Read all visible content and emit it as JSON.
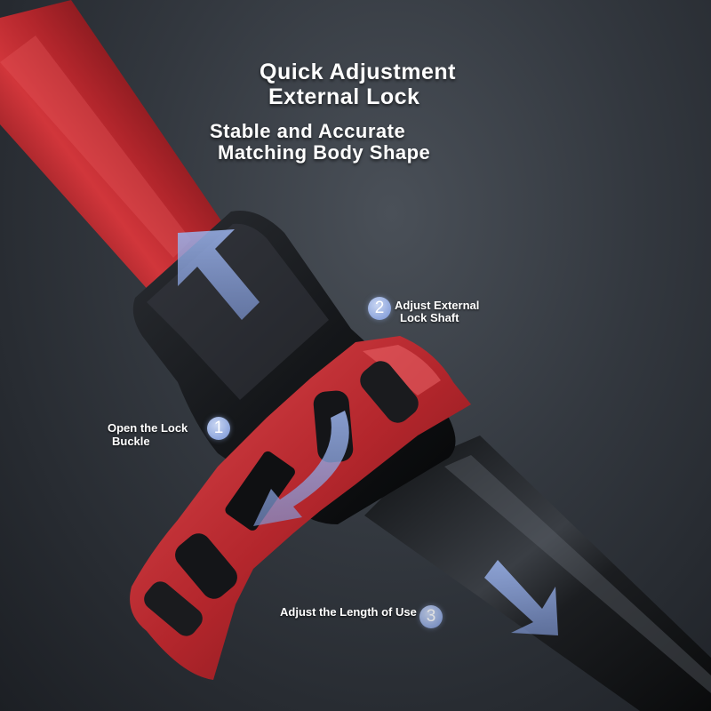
{
  "headline": {
    "line1": "Quick Adjustment",
    "line2": "External Lock",
    "line3": "Stable and Accurate",
    "line4": "Matching Body Shape"
  },
  "steps": [
    {
      "number": "1",
      "line1": "Open the Lock",
      "line2": "Buckle"
    },
    {
      "number": "2",
      "line1": "Adjust External",
      "line2": "Lock Shaft"
    },
    {
      "number": "3",
      "line1": "Adjust the Length of Use"
    }
  ],
  "colors": {
    "pole_red": "#b3262c",
    "pole_red_dark": "#6e1216",
    "shaft_black": "#16181b",
    "arrow_blue": "#8fa9e6",
    "badge_blue": "#8ea6dd"
  },
  "icons": [
    "up-arrow-icon",
    "curved-arrow-icon",
    "down-arrow-icon"
  ]
}
